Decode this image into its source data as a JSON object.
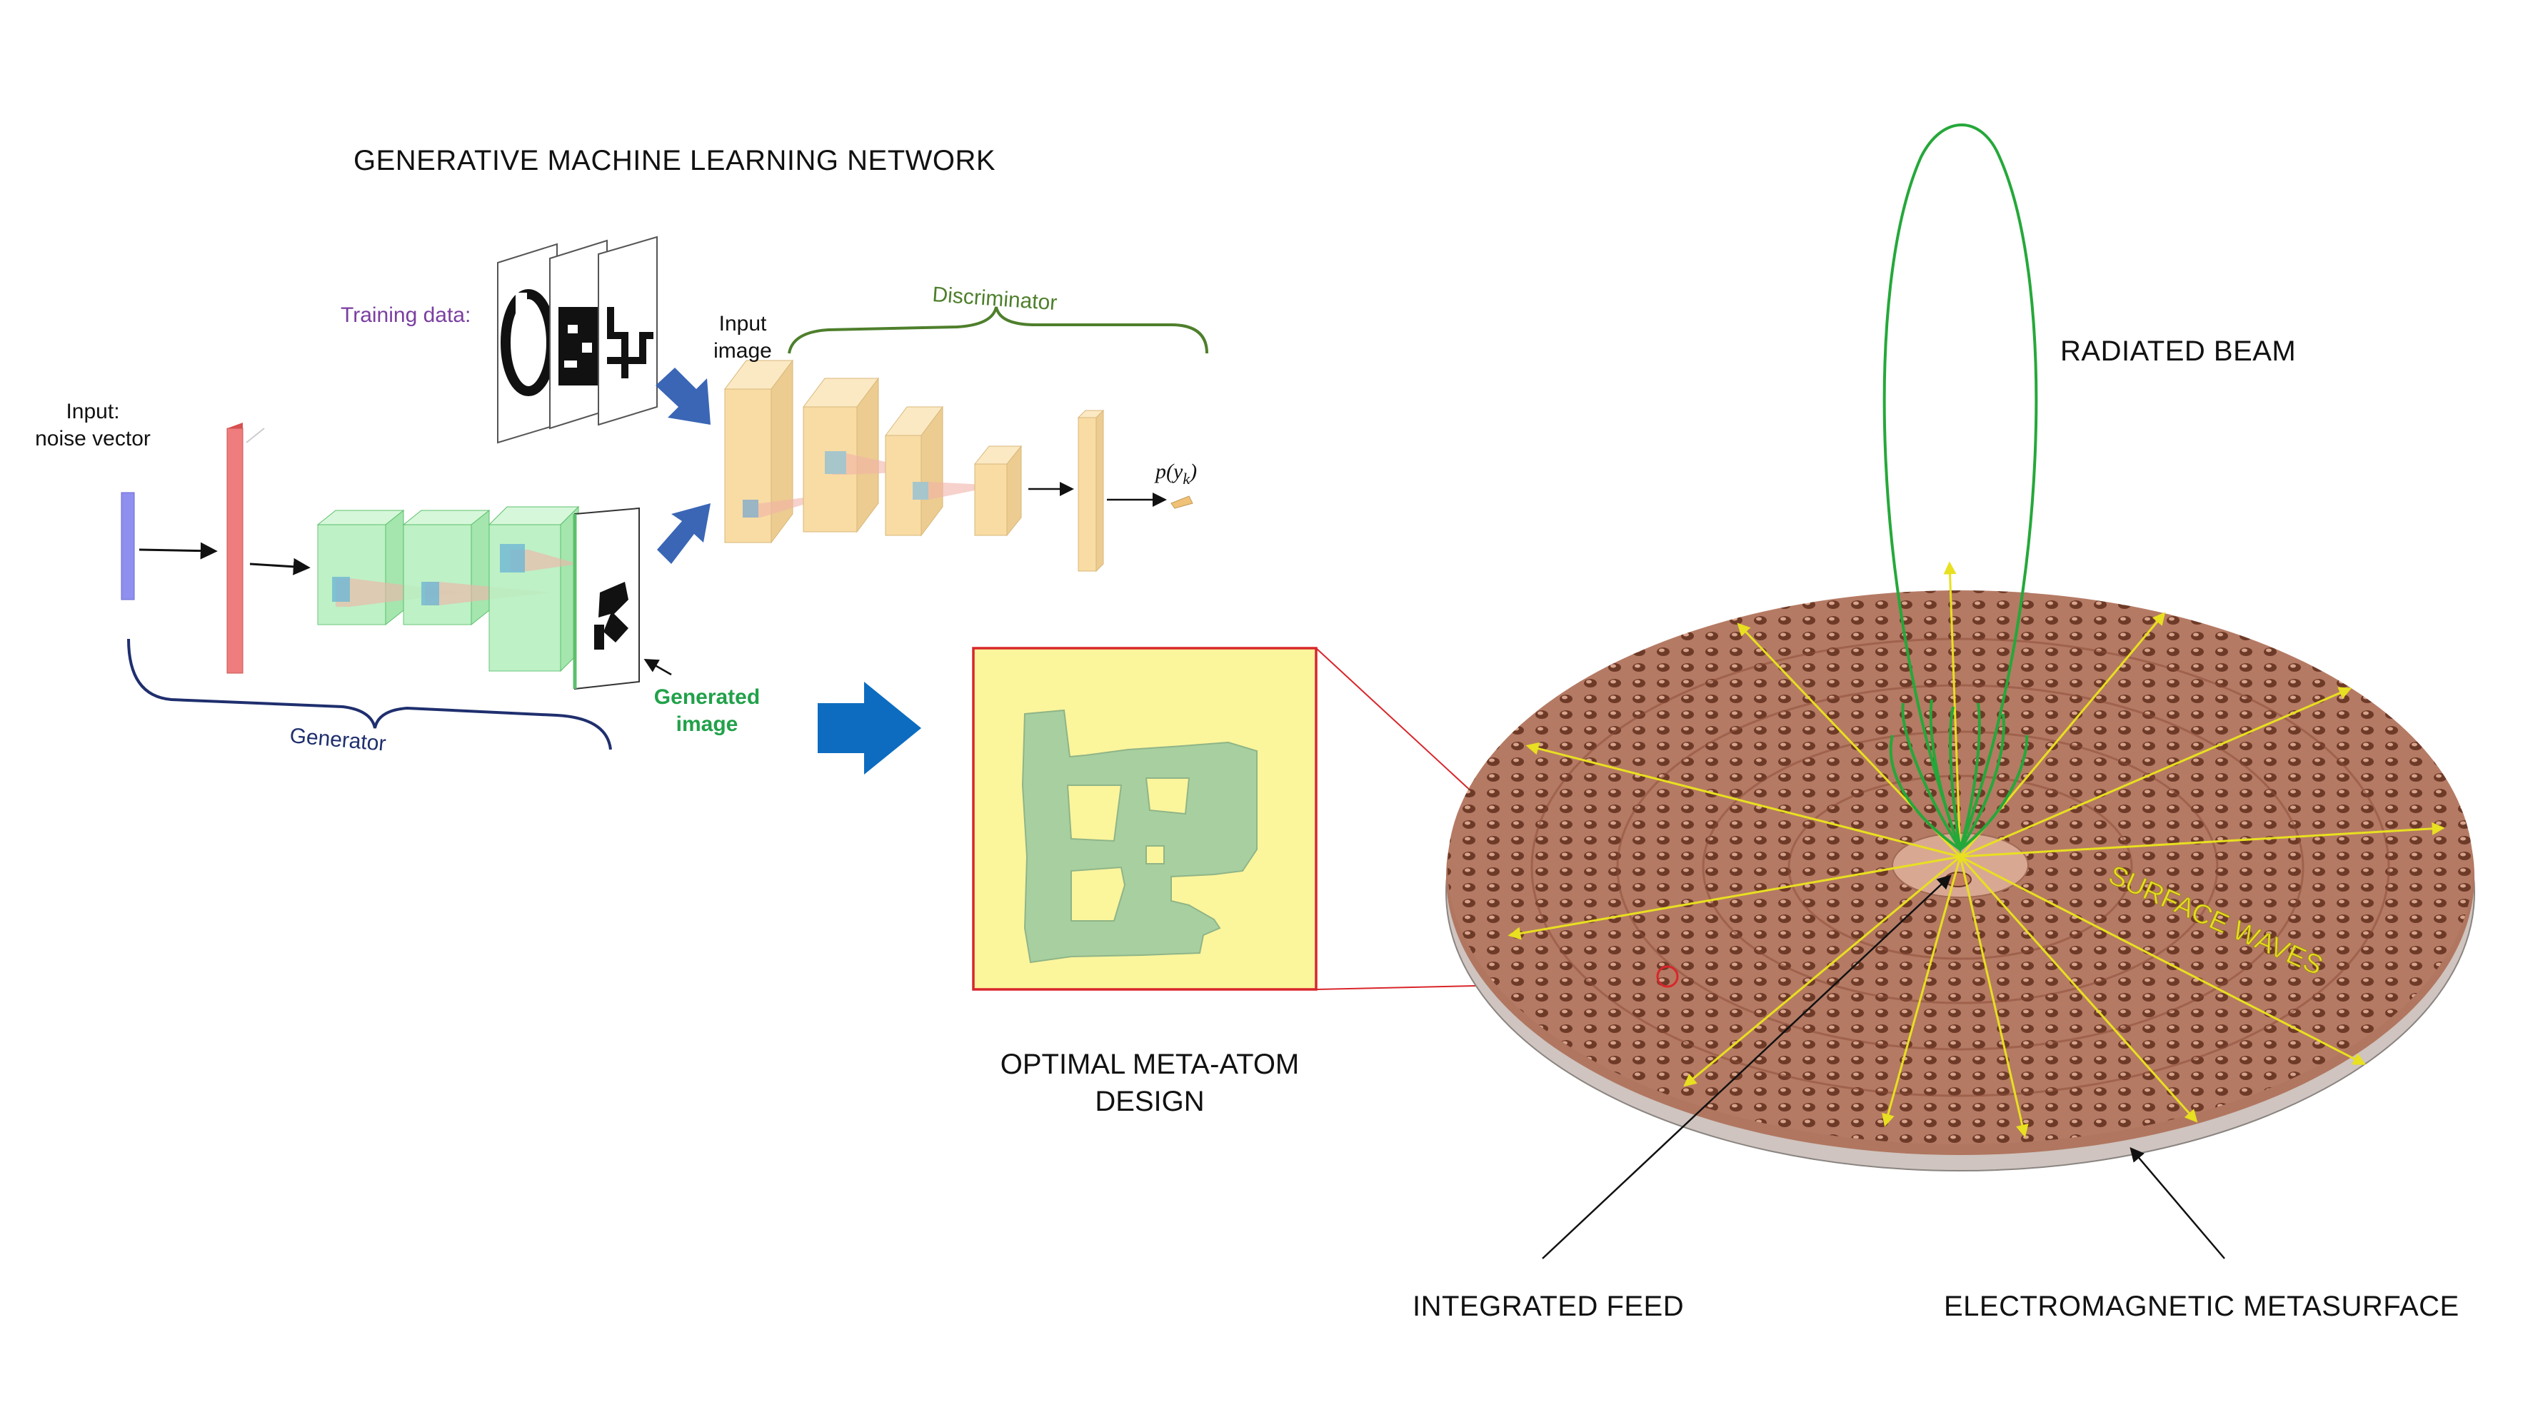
{
  "network": {
    "title": "GENERATIVE MACHINE LEARNING NETWORK",
    "training_label": "Training data:",
    "input_label_line1": "Input:",
    "input_label_line2": "noise vector",
    "input_image_line1": "Input",
    "input_image_line2": "image",
    "discriminator_label": "Discriminator",
    "generator_label": "Generator",
    "generated_line1": "Generated",
    "generated_line2": "image",
    "output_label": "p(y",
    "output_subscript": "k",
    "output_close": ")"
  },
  "design": {
    "line1": "OPTIMAL META-ATOM",
    "line2": "DESIGN"
  },
  "antenna": {
    "beam_label": "RADIATED BEAM",
    "waves_label": "SURFACE WAVES",
    "feed_label": "INTEGRATED FEED",
    "metasurface_label": "ELECTROMAGNETIC METASURFACE"
  },
  "colors": {
    "training": "#7a3fa0",
    "discriminator": "#4e7f2c",
    "generator": "#1f2f6e",
    "generated": "#21a14a",
    "arrow_blue": "#0d6cc0",
    "layer_green": "#b7f0c0",
    "layer_orange": "#f8dca4",
    "layer_red": "#f07d7d",
    "layer_blue": "#8f8fef",
    "meta_bg": "#fbf59c",
    "meta_shape": "#a8cfa0",
    "disk": "#b07660",
    "beam": "#25a83a",
    "wave_arrow": "#e8e020"
  }
}
